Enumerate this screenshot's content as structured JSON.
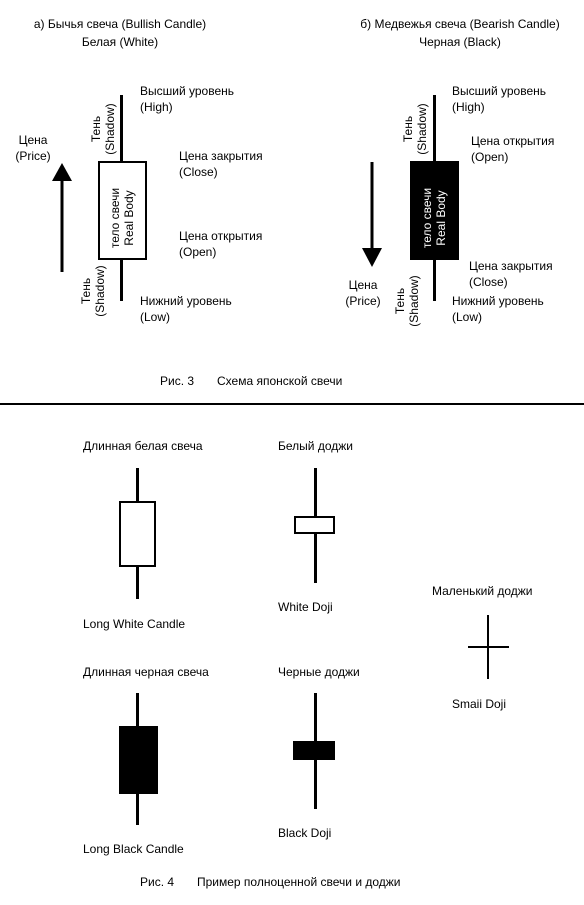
{
  "figure3": {
    "bull": {
      "title": "а) Бычья свеча (Bullish Candle)",
      "subtitle": "Белая (White)"
    },
    "bear": {
      "title": "б) Медвежья свеча (Bearish Candle)",
      "subtitle": "Черная (Black)"
    },
    "price_label_1": "Цена",
    "price_label_2": "(Price)",
    "shadow_top": "Тень\n(Shadow)",
    "shadow_bottom": "Тень\n(Shadow)",
    "body_label": "тело свечи\nReal Body",
    "high_1": "Высший уровень",
    "high_2": "(High)",
    "low_1": "Нижний уровень",
    "low_2": "(Low)",
    "close_1": "Цена закрытия",
    "close_2": "(Close)",
    "open_1": "Цена открытия",
    "open_2": "(Open)",
    "caption_num": "Рис. 3",
    "caption_text": "Схема японской свечи"
  },
  "figure4": {
    "long_white_ru": "Длинная белая свеча",
    "long_white_en": "Long White Candle",
    "white_doji_ru": "Белый доджи",
    "white_doji_en": "White Doji",
    "small_doji_ru": "Маленький доджи",
    "small_doji_en": "Smaii Doji",
    "long_black_ru": "Длинная черная свеча",
    "long_black_en": "Long Black Candle",
    "black_doji_ru": "Черные доджи",
    "black_doji_en": "Black Doji",
    "caption_num": "Рис. 4",
    "caption_text": "Пример полноценной свечи и доджи"
  },
  "colors": {
    "ink": "#000000",
    "paper": "#ffffff"
  }
}
